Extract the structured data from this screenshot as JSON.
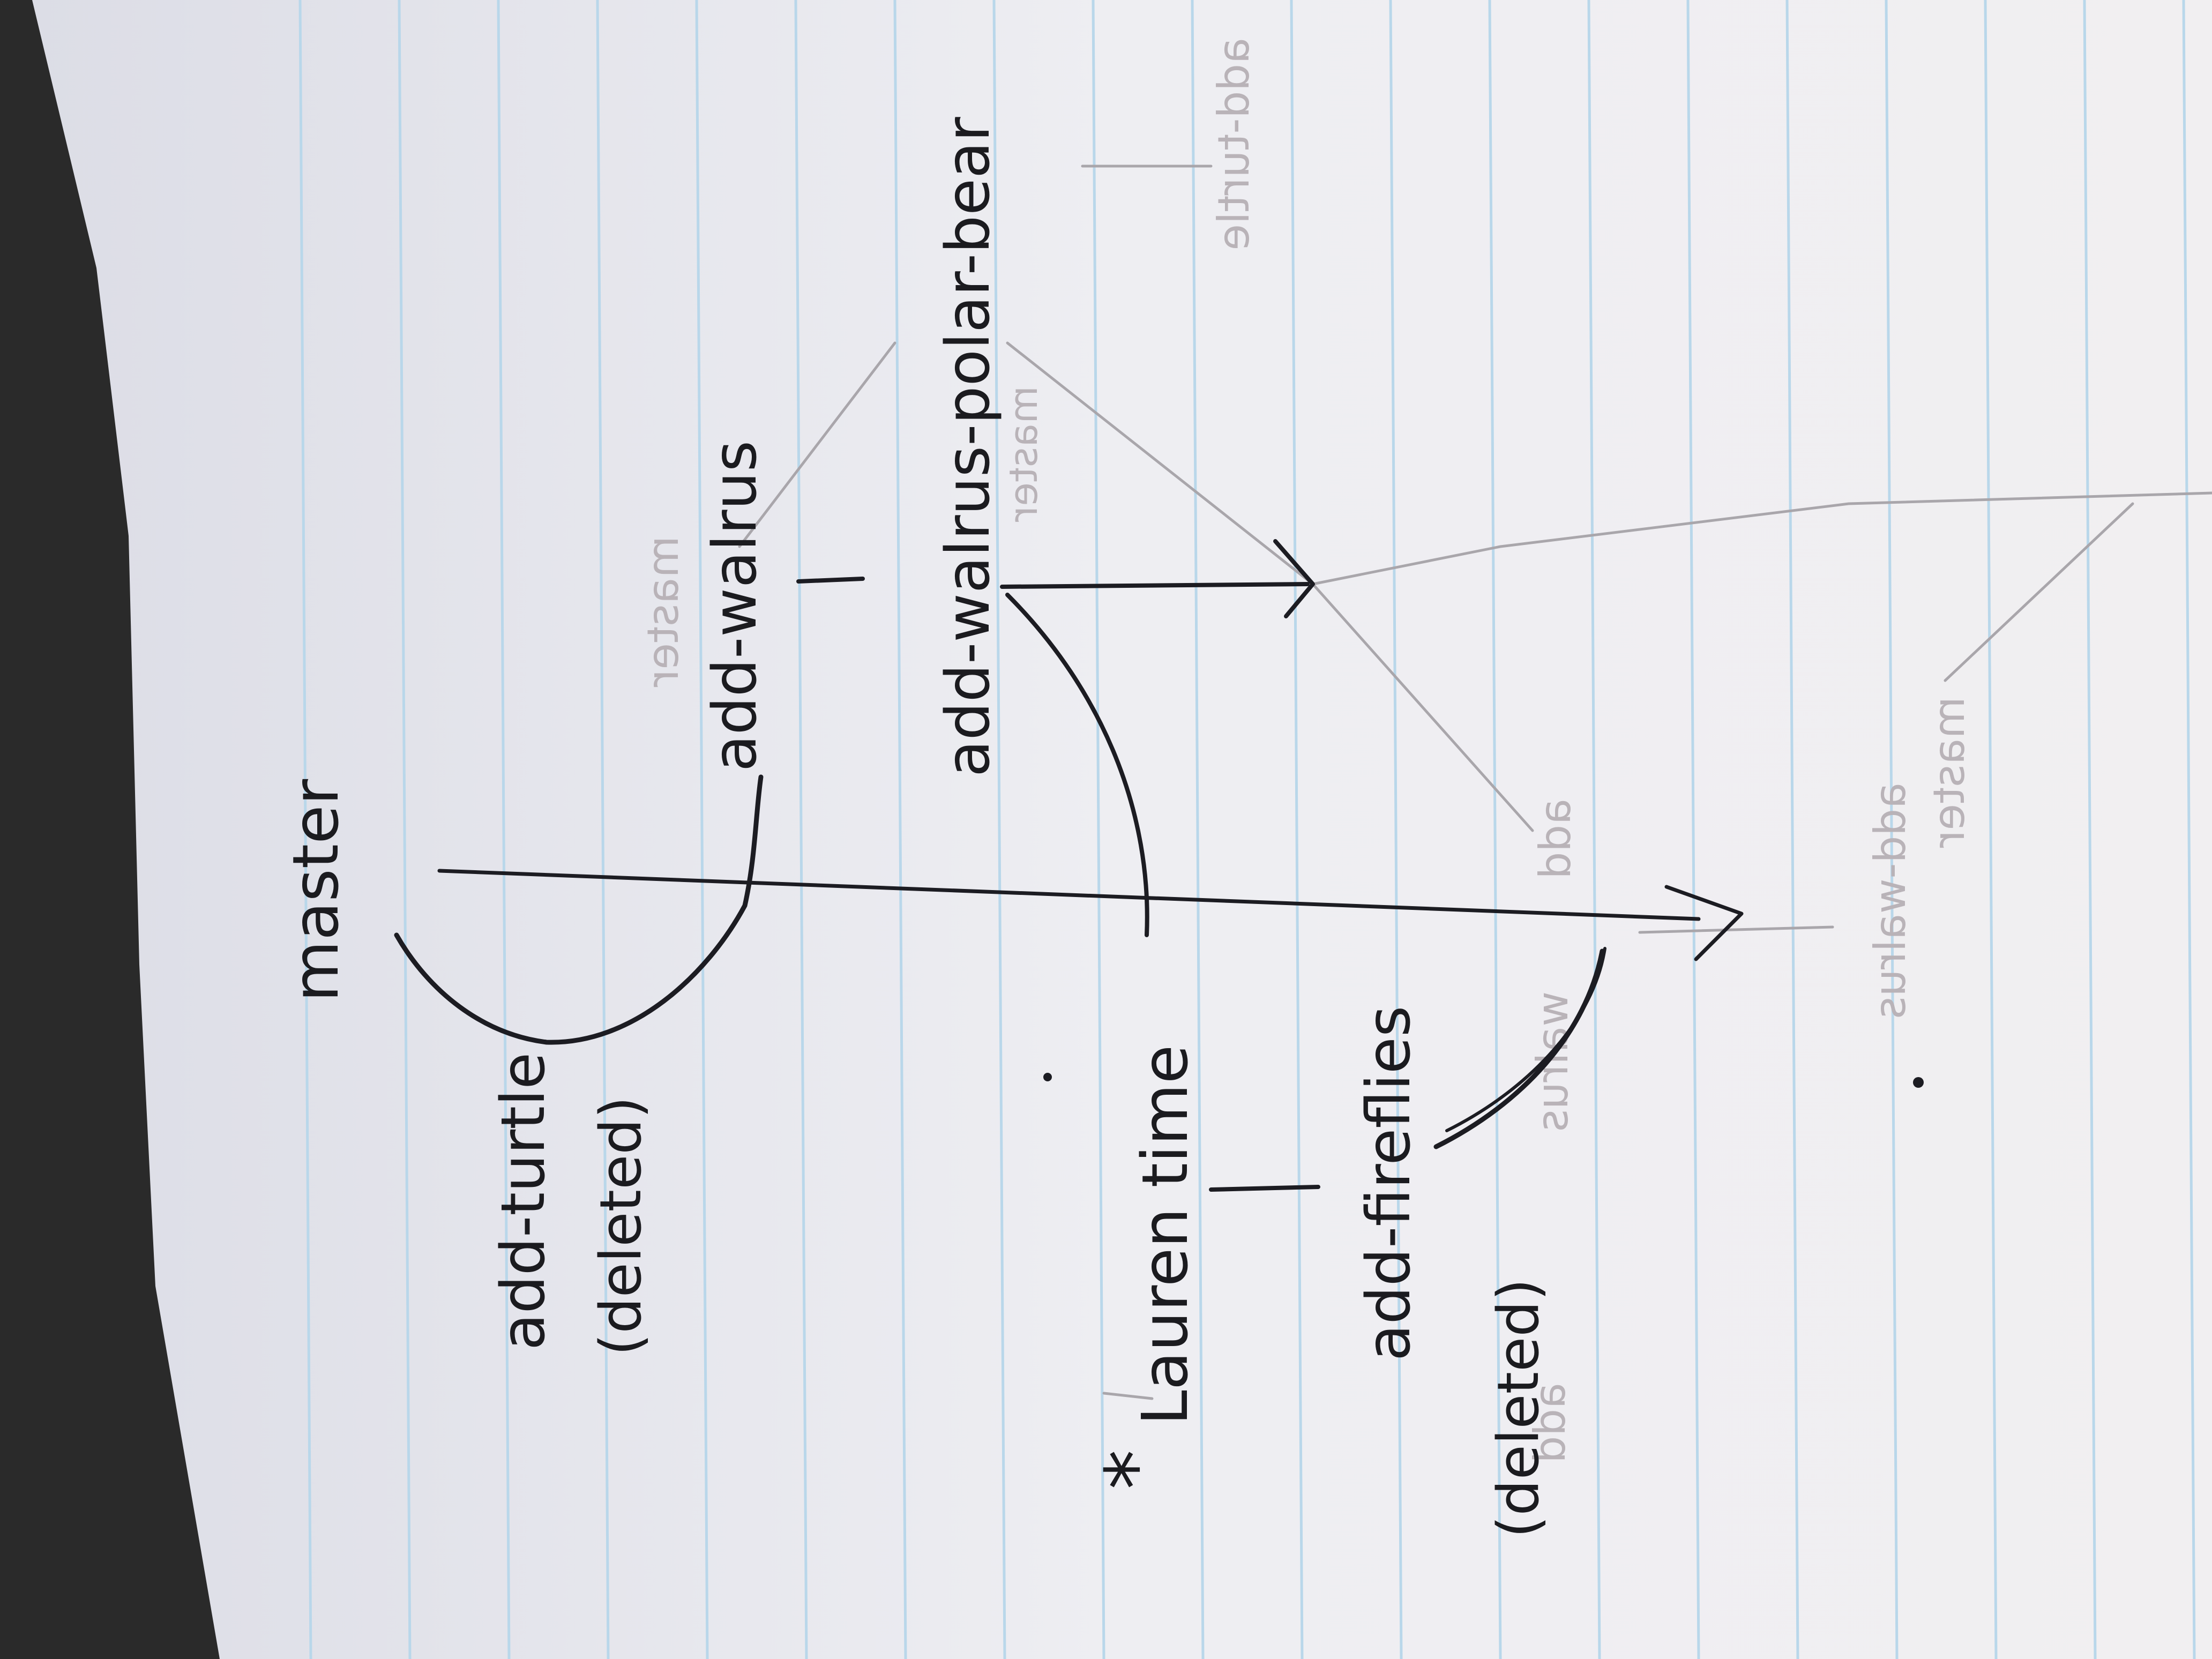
{
  "photo": {
    "colors": {
      "paper": "#eeeef2",
      "ruled_line": "#b9d7ea",
      "ink": "#1c1c22",
      "show_through": "#b9b3b8",
      "background": "#2a2a2a"
    },
    "handwriting": {
      "master": "master",
      "add_turtle": "add-turtle",
      "add_turtle_note": "(deleted)",
      "add_walrus": "add-walrus",
      "add_walrus_polar_bear": "add-walrus-polar-bear",
      "star": "*",
      "lauren_time": "Lauren time",
      "add_fireflies": "add-fireflies",
      "add_fireflies_note": "(deleted)"
    },
    "show_through": {
      "master_1": "master",
      "master_2": "master",
      "master_3": "master",
      "add_turtle": "add-turtle",
      "add_1": "add",
      "walrus": "walrus",
      "add_2": "add",
      "add_walrus": "add-walrus"
    }
  }
}
